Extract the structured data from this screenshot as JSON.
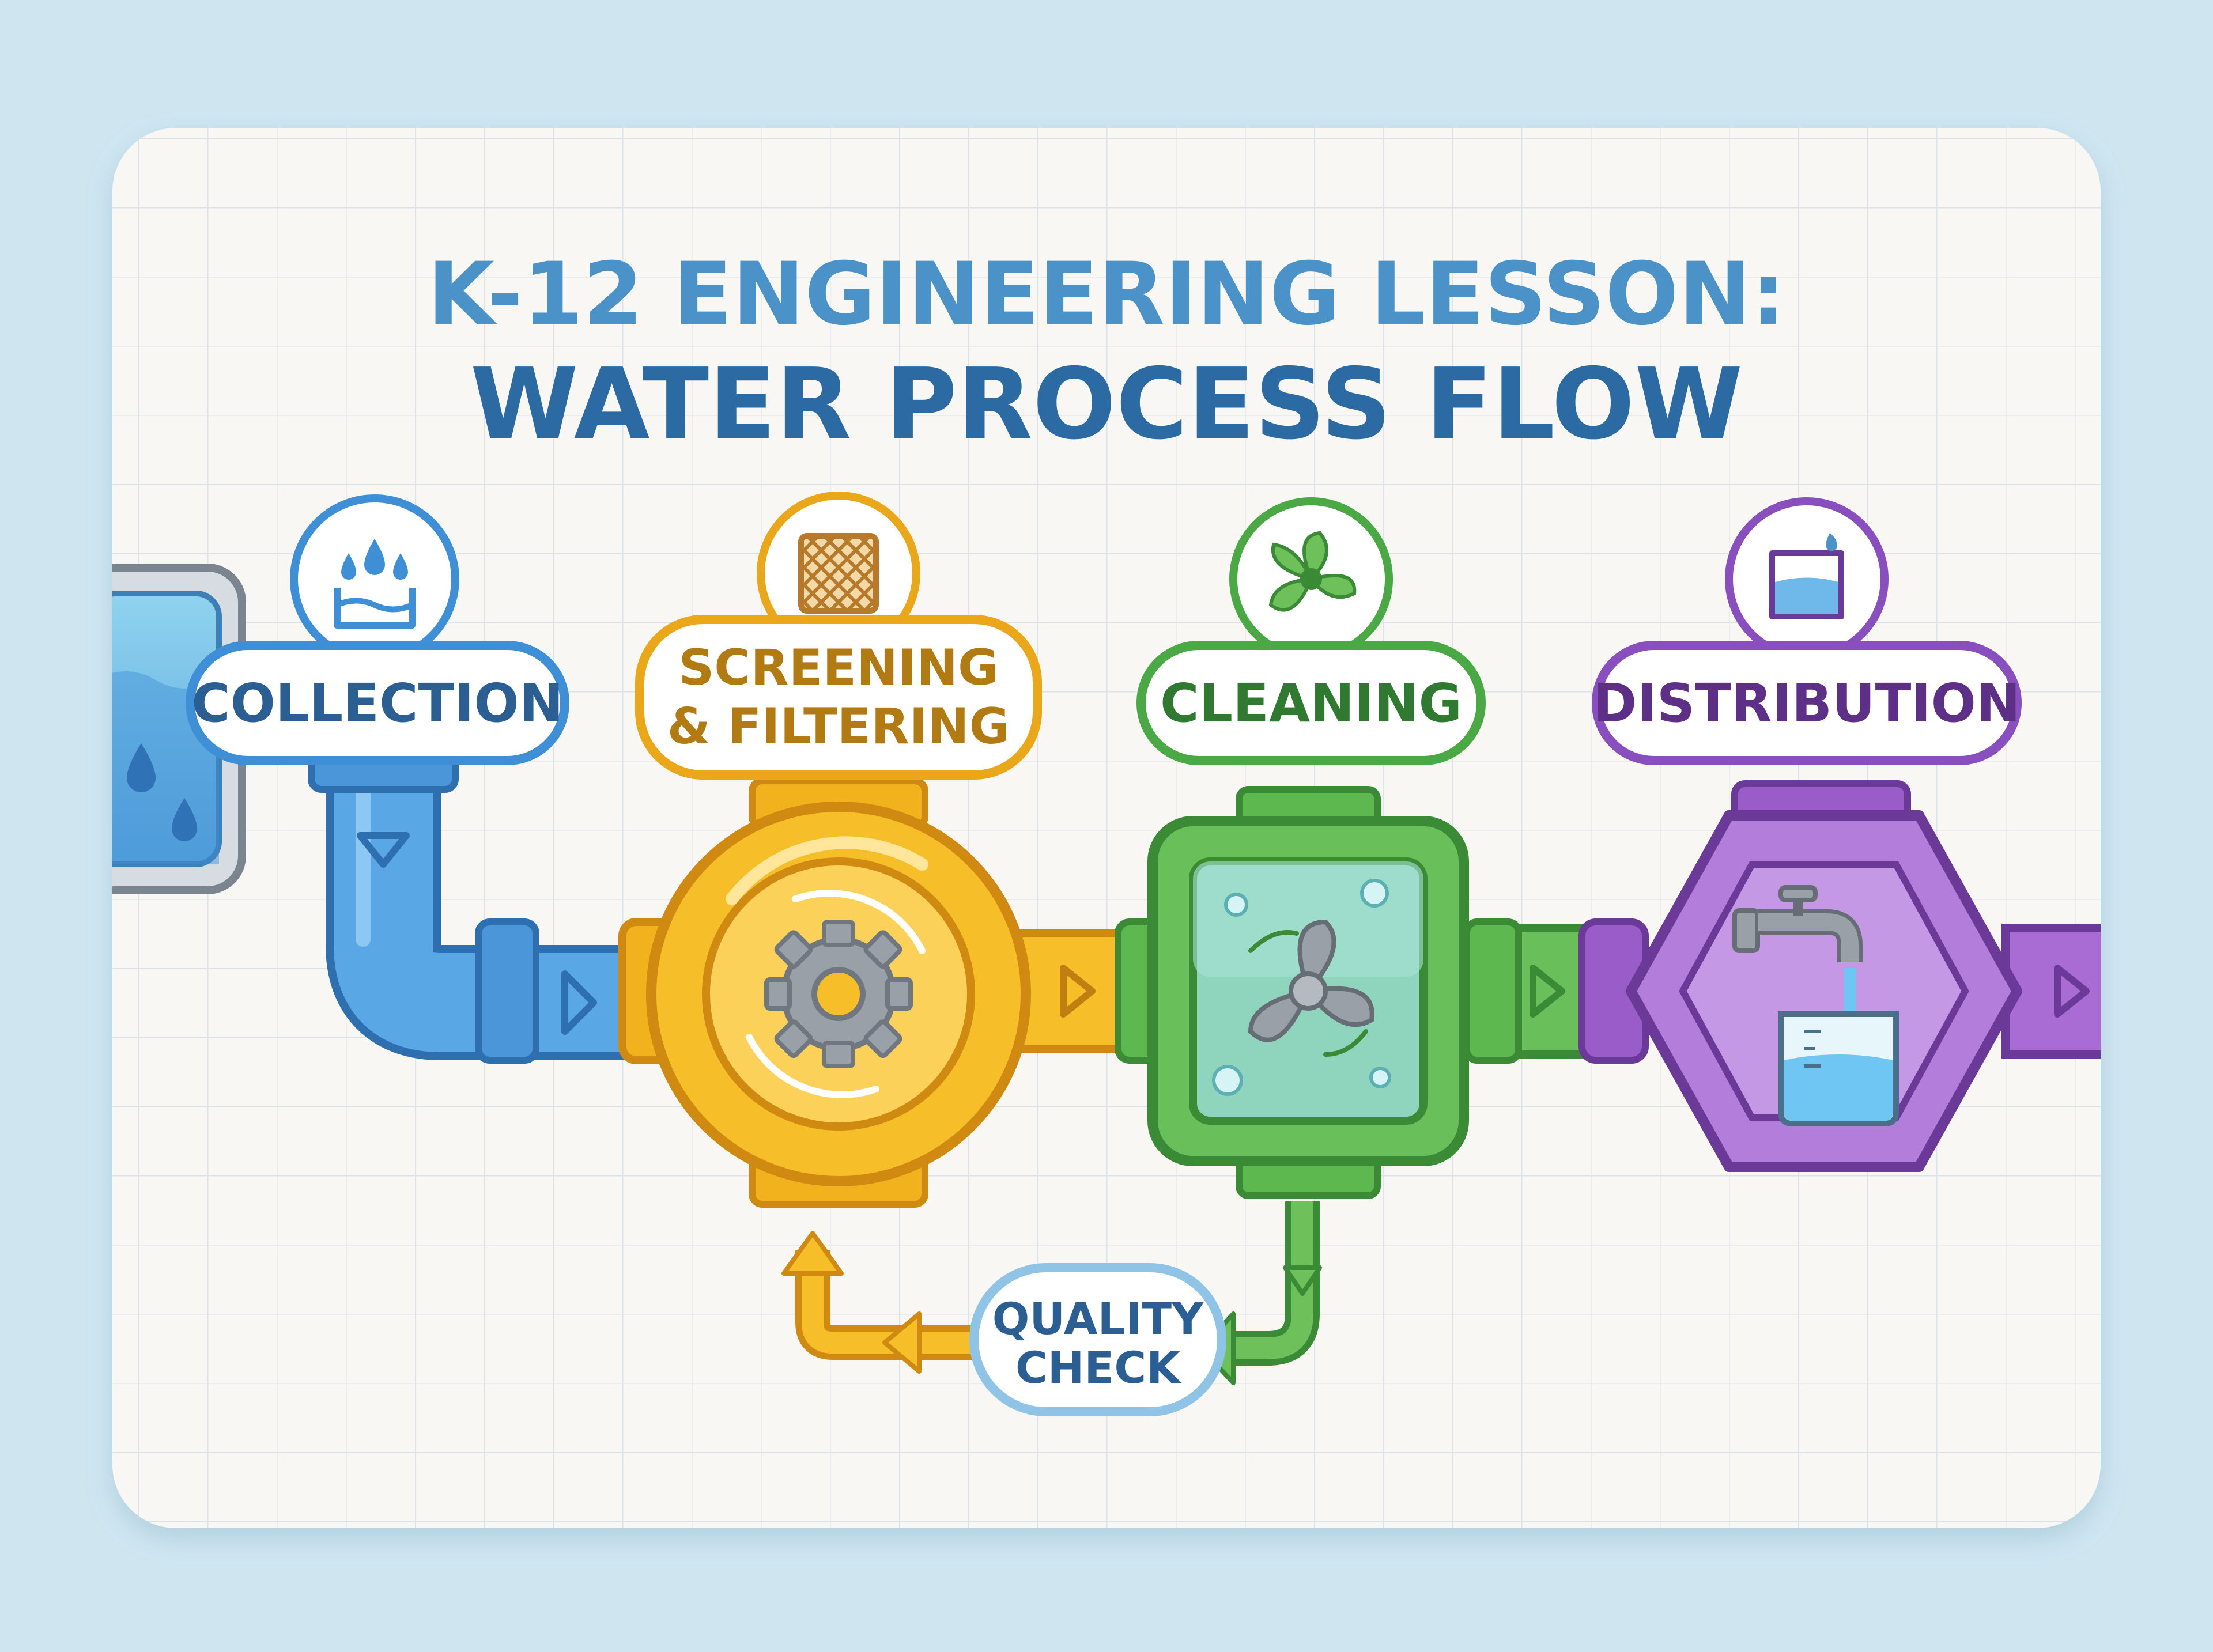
{
  "title": {
    "line1": "K-12 ENGINEERING LESSON:",
    "line2": "WATER PROCESS FLOW"
  },
  "stages": [
    {
      "id": "collection",
      "label_lines": [
        "COLLECTION"
      ],
      "color": "#3f8fd6",
      "icon": "water-drops-basin-icon"
    },
    {
      "id": "screening",
      "label_lines": [
        "SCREENING",
        "& FILTERING"
      ],
      "color": "#e9a719",
      "icon": "filter-mesh-icon"
    },
    {
      "id": "cleaning",
      "label_lines": [
        "CLEANING"
      ],
      "color": "#4aa845",
      "icon": "fan-icon"
    },
    {
      "id": "distribution",
      "label_lines": [
        "DISTRIBUTION"
      ],
      "color": "#8a4fbf",
      "icon": "beaker-icon"
    }
  ],
  "quality_check": {
    "label_lines": [
      "QUALITY",
      "CHECK"
    ]
  },
  "colors": {
    "title_light": "#4a92c8",
    "title_dark": "#2b6aa2",
    "background": "#cfe6f1",
    "card": "#f8f7f3",
    "grid": "#dde3ea"
  }
}
